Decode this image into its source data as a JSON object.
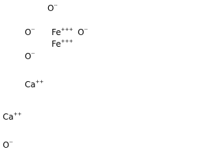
{
  "colors": {
    "background": "#ffffff",
    "text": "#000000"
  },
  "ions": [
    {
      "symbol": "O",
      "charge": "--"
    },
    {
      "symbol": "O",
      "charge": "--"
    },
    {
      "symbol": "Fe",
      "charge": "+++"
    },
    {
      "symbol": "O",
      "charge": "--"
    },
    {
      "symbol": "Fe",
      "charge": "+++"
    },
    {
      "symbol": "O",
      "charge": "--"
    },
    {
      "symbol": "Ca",
      "charge": "++"
    },
    {
      "symbol": "Ca",
      "charge": "++"
    },
    {
      "symbol": "O",
      "charge": "--"
    }
  ]
}
